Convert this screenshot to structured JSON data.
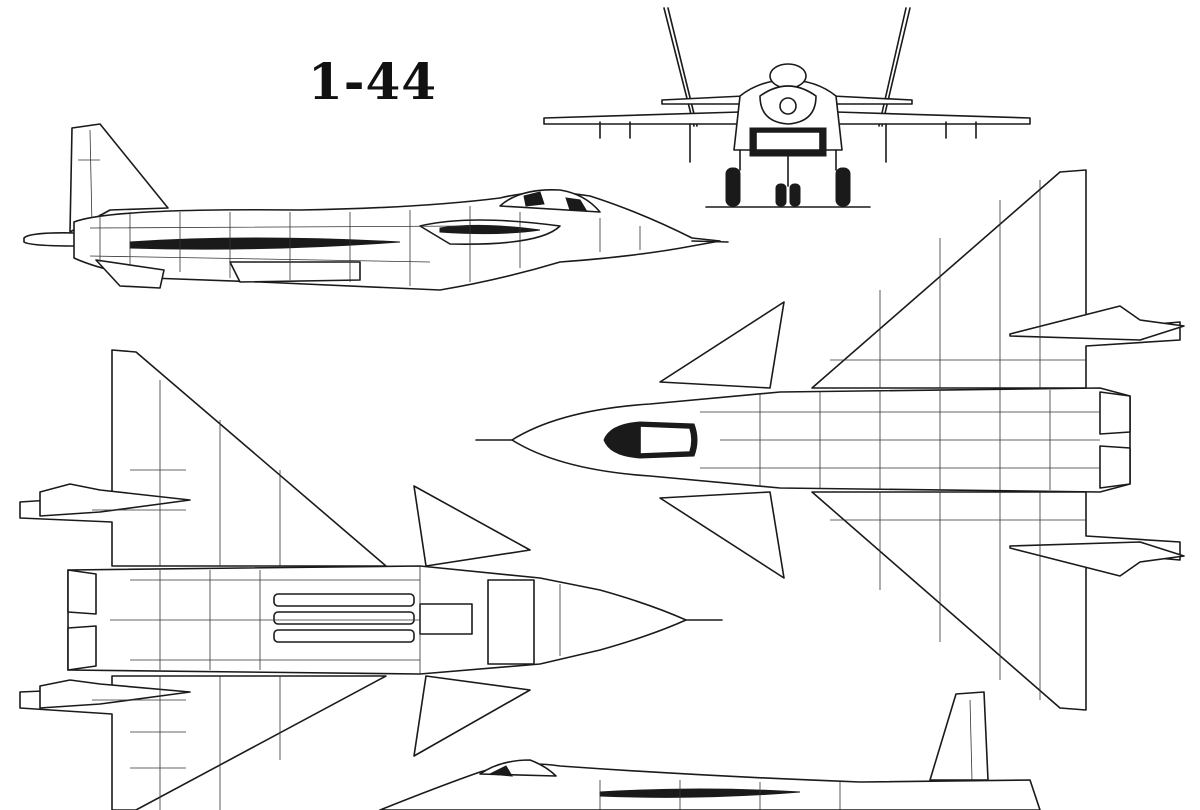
{
  "drawing": {
    "title": "1-44",
    "line_color": "#1a1a1a",
    "background": "#ffffff"
  },
  "views": [
    {
      "key": "side-view",
      "icon": "aircraft-side-profile"
    },
    {
      "key": "front-view",
      "icon": "aircraft-front-profile"
    },
    {
      "key": "top-view",
      "icon": "aircraft-planform-top"
    },
    {
      "key": "bottom-view",
      "icon": "aircraft-planform-bottom"
    },
    {
      "key": "side-view-partial",
      "icon": "aircraft-side-profile-cropped"
    }
  ]
}
